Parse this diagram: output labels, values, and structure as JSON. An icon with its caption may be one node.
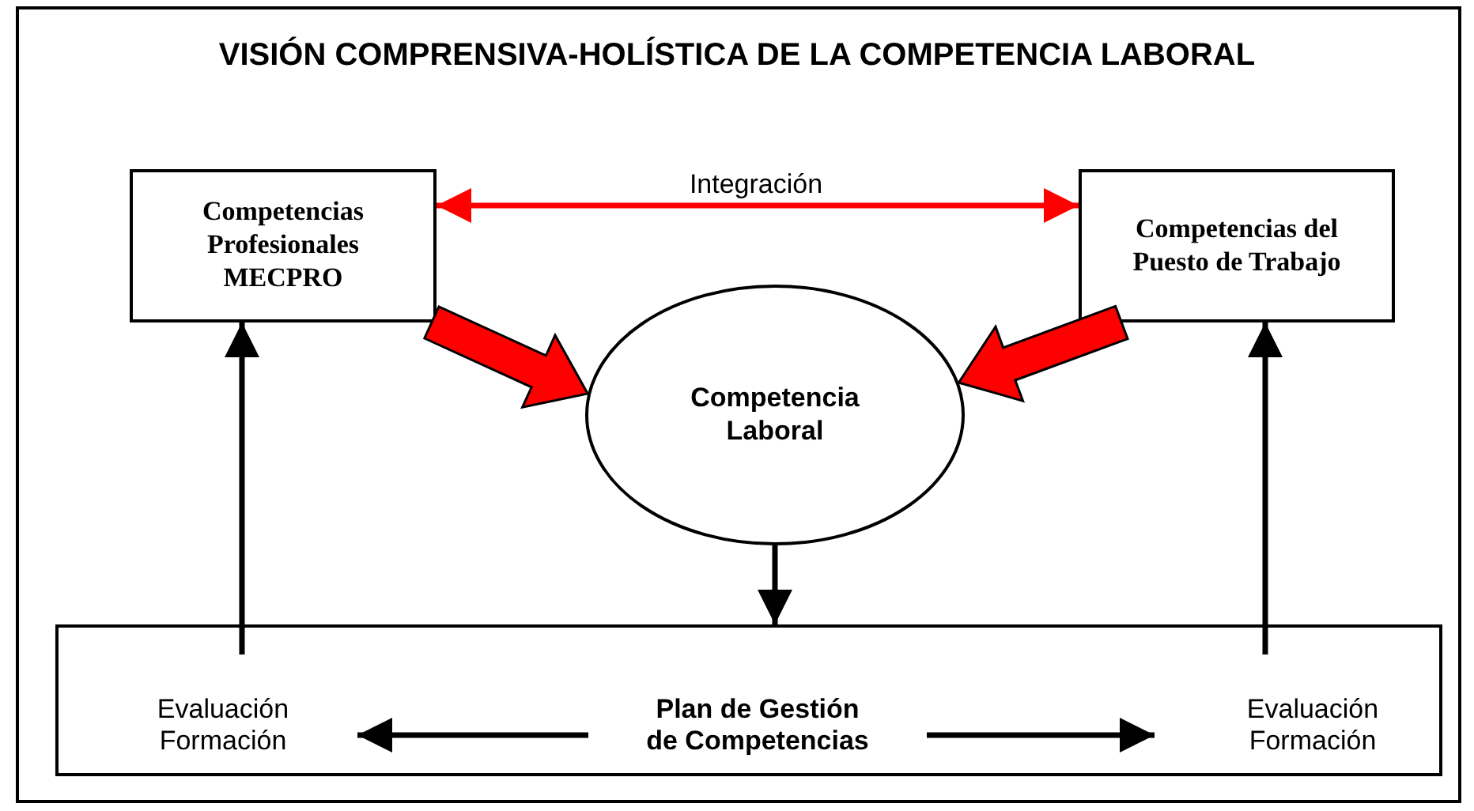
{
  "diagram": {
    "title": "VISIÓN COMPRENSIVA-HOLÍSTICA DE LA COMPETENCIA LABORAL",
    "nodes": [
      {
        "text": [
          "Competencias Profesionales MECPRO"
        ]
      },
      {
        "text": [
          "Competencias del Puesto de Trabajo"
        ]
      },
      {
        "text": [
          "Competencia Laboral"
        ]
      },
      {
        "text": [],
        "shape": "box"
      },
      {
        "text": [
          "Evaluación Formación"
        ],
        "in": 3
      },
      {
        "text": [
          "Plan de Gestión de Competencias"
        ],
        "in": 3
      },
      {
        "text": [
          "Evaluación Formación"
        ],
        "in": 3
      }
    ],
    "edges": [
      {
        "from": 0,
        "to": 1,
        "arrow": "both",
        "label": "Integración",
        "color": "#ff0000"
      },
      {
        "from": 0,
        "to": 2,
        "arrow": "to",
        "style": "thick",
        "color": "#ff0000"
      },
      {
        "from": 1,
        "to": 2,
        "arrow": "to",
        "style": "thick",
        "color": "#ff0000"
      },
      {
        "from": 2,
        "to": 3,
        "arrow": "to"
      },
      {
        "from": 4,
        "to": 0,
        "arrow": "to"
      },
      {
        "from": 6,
        "to": 1,
        "arrow": "to"
      },
      {
        "from": 5,
        "to": 4,
        "arrow": "to"
      },
      {
        "from": 5,
        "to": 6,
        "arrow": "to"
      }
    ]
  }
}
